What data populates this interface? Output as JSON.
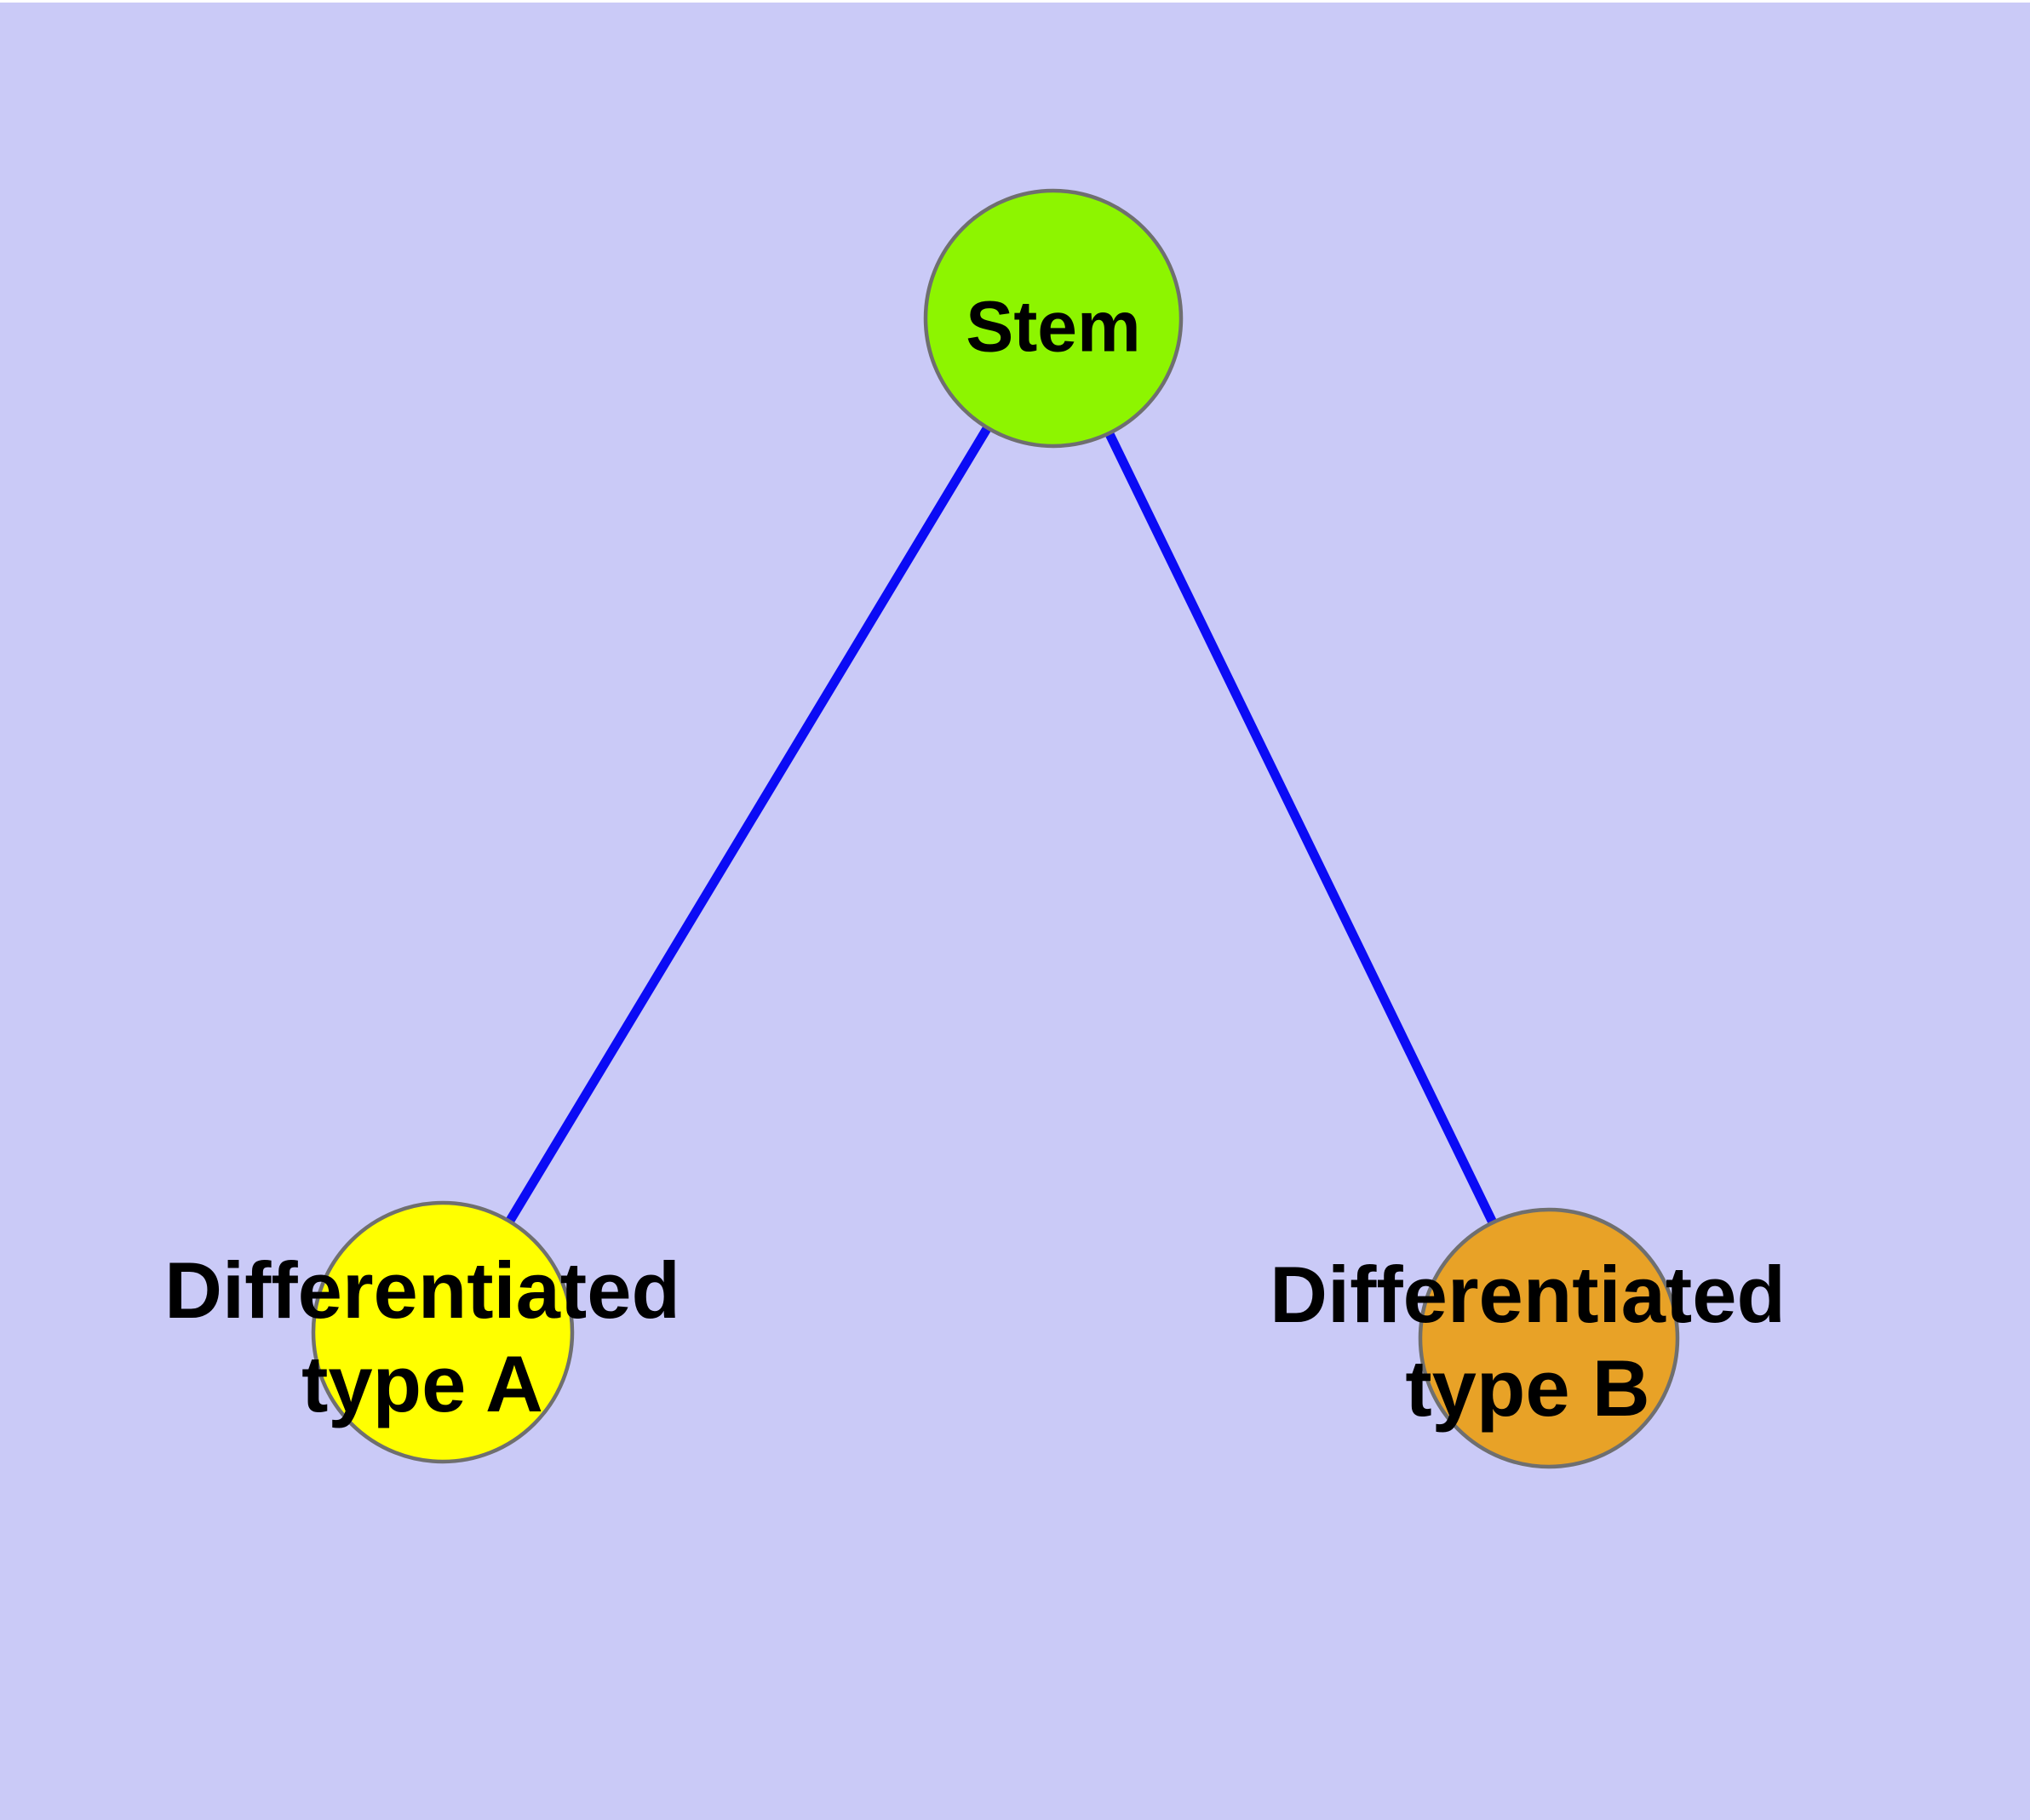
{
  "diagram": {
    "title": "",
    "background_color": "#cacaf7",
    "top_border_color": "#ffffff",
    "nodes": [
      {
        "id": "stem",
        "label": "Stem",
        "fill": "#8df500",
        "border_color": "#6f6f6f",
        "text_color": "#000000"
      },
      {
        "id": "differentiated-type-a",
        "label": "Differentiated\ntype A",
        "fill": "#ffff00",
        "border_color": "#6f6f6f",
        "text_color": "#000000"
      },
      {
        "id": "differentiated-type-b",
        "label": "Differentiated\ntype B",
        "fill": "#e8a227",
        "border_color": "#6f6f6f",
        "text_color": "#000000"
      }
    ],
    "edges": [
      {
        "from": "stem",
        "to": "differentiated-type-a",
        "color": "#0b0bf5"
      },
      {
        "from": "stem",
        "to": "differentiated-type-b",
        "color": "#0b0bf5"
      }
    ]
  }
}
